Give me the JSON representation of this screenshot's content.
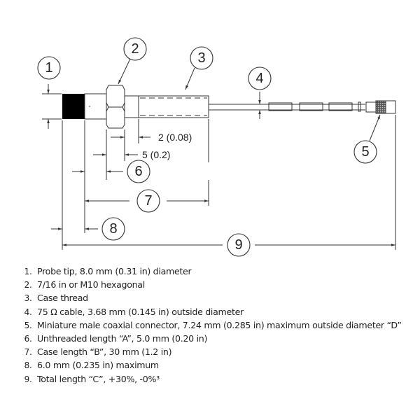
{
  "callouts": [
    "1",
    "2",
    "3",
    "4",
    "5",
    "6",
    "7",
    "8",
    "9"
  ],
  "dimensions": {
    "thread_offset": "2 (0.08)",
    "unthreaded": "5 (0.2)"
  },
  "legend": [
    "Probe tip, 8.0 mm (0.31 in) diameter",
    "7/16 in or M10 hexagonal",
    "Case thread",
    "75 Ω  cable, 3.68 mm (0.145 in) outside diameter",
    "Miniature male coaxial connector, 7.24 mm (0.285 in) maximum outside diameter “D”",
    "Unthreaded length “A”, 5.0 mm (0.20 in)",
    "Case length “B”, 30 mm (1.2 in)",
    "6.0 mm (0.235 in) maximum",
    "Total length “C”, +30%, -0%³"
  ]
}
